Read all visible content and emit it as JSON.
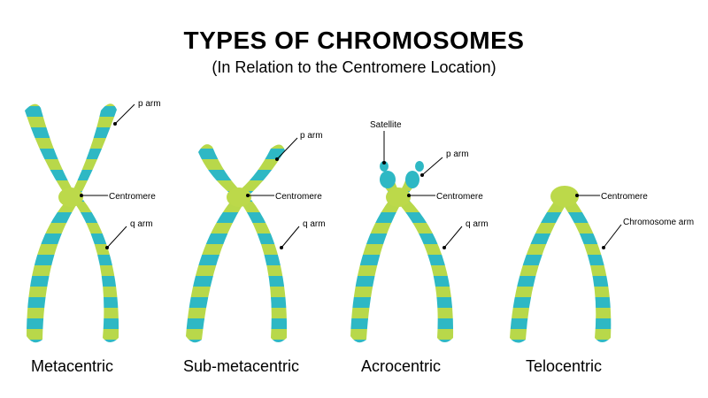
{
  "title": "TYPES OF CHROMOSOMES",
  "subtitle": "(In Relation to the Centromere Location)",
  "colors": {
    "teal": "#2eb8c4",
    "teal_light": "#8fdde0",
    "green": "#b8d84a",
    "green_light": "#d6ea7a",
    "centromere": "#bcd94a"
  },
  "chromosomes": [
    {
      "name": "Metacentric",
      "labels": {
        "p_arm": "p arm",
        "centromere": "Centromere",
        "q_arm": "q arm"
      }
    },
    {
      "name": "Sub-metacentric",
      "labels": {
        "p_arm": "p arm",
        "centromere": "Centromere",
        "q_arm": "q arm"
      }
    },
    {
      "name": "Acrocentric",
      "labels": {
        "satellite": "Satellite",
        "p_arm": "p arm",
        "centromere": "Centromere",
        "q_arm": "q arm"
      }
    },
    {
      "name": "Telocentric",
      "labels": {
        "centromere": "Centromere",
        "chromosome_arm": "Chromosome arm"
      }
    }
  ]
}
